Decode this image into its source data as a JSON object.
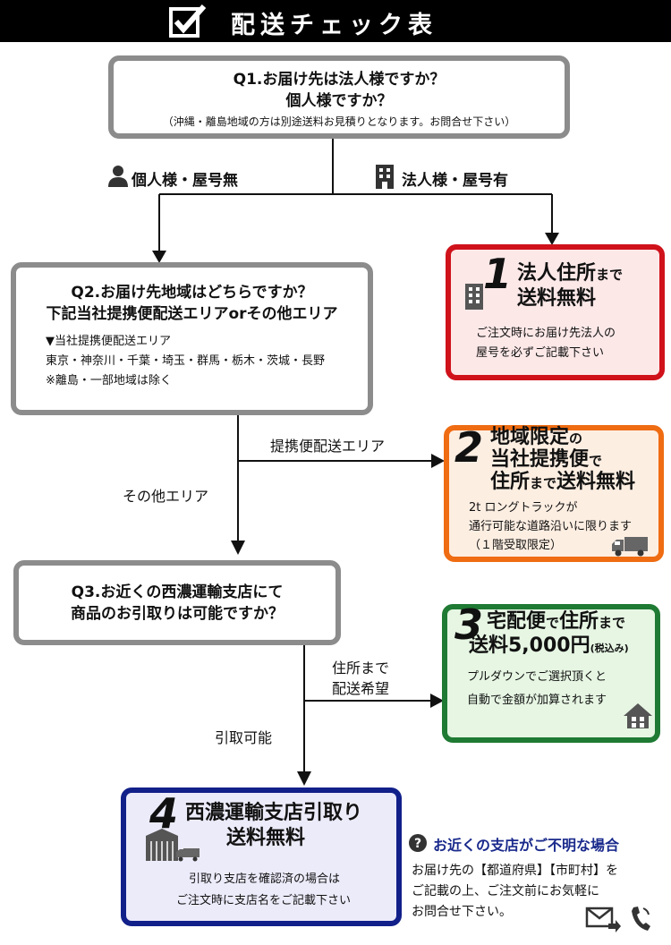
{
  "header": {
    "title": "配送チェック表"
  },
  "q1": {
    "line1": "Q1.お届け先は法人様ですか？",
    "line2": "個人様ですか？",
    "note": "（沖縄・離島地域の方は別途送料お見積りとなります。お問合せ下さい）"
  },
  "branch1": {
    "left": "個人様・屋号無",
    "right": "法人様・屋号有"
  },
  "q2": {
    "line1": "Q2.お届け先地域はどちらですか？",
    "line2": "下記当社提携便配送エリアorその他エリア",
    "area_head": "▼当社提携便配送エリア",
    "areas": "東京・神奈川・千葉・埼玉・群馬・栃木・茨城・長野",
    "exclude": "※離島・一部地域は除く"
  },
  "branch2": {
    "right": "提携便配送エリア",
    "down": "その他エリア"
  },
  "q3": {
    "line1": "Q3.お近くの西濃運輸支店にて",
    "line2": "商品のお引取りは可能ですか？"
  },
  "branch3": {
    "right_line1": "住所まで",
    "right_line2": "配送希望",
    "down": "引取可能"
  },
  "r1": {
    "num": "1",
    "title1a": "法人住所",
    "title1b": "まで",
    "title2": "送料無料",
    "note1": "ご注文時にお届け先法人の",
    "note2": "屋号を必ずご記載下さい",
    "color": "#d0121b",
    "bg": "#fde8e8"
  },
  "r2": {
    "num": "2",
    "title1a": "地域限定",
    "title1b": "の",
    "title2a": "当社提携便",
    "title2b": "で",
    "title3a": "住所",
    "title3b": "まで",
    "title3c": "送料無料",
    "note1": "2t ロングトラックが",
    "note2": "通行可能な道路沿いに限ります",
    "note3": "（１階受取限定）",
    "color": "#ef6c12",
    "bg": "#fdeee2"
  },
  "r3": {
    "num": "3",
    "title1a": "宅配便",
    "title1b": "で",
    "title1c": "住所",
    "title1d": "まで",
    "title2a": "送料5,000円",
    "title2b": "(税込み)",
    "note1": "プルダウンでご選択頂くと",
    "note2": "自動で金額が加算されます",
    "color": "#1f7a33",
    "bg": "#e6f6e3"
  },
  "r4": {
    "num": "4",
    "title1": "西濃運輸支店引取り",
    "title2": "送料無料",
    "note1": "引取り支店を確認済の場合は",
    "note2": "ご注文時に支店名をご記載下さい",
    "color": "#12208a",
    "bg": "#ecebfa"
  },
  "help": {
    "title": "お近くの支店がご不明な場合",
    "line1": "お届け先の【都道府県】【市町村】を",
    "line2": "ご記載の上、ご注文前にお気軽に",
    "line3": "お問合せ下さい。",
    "color": "#1a2a8c"
  }
}
